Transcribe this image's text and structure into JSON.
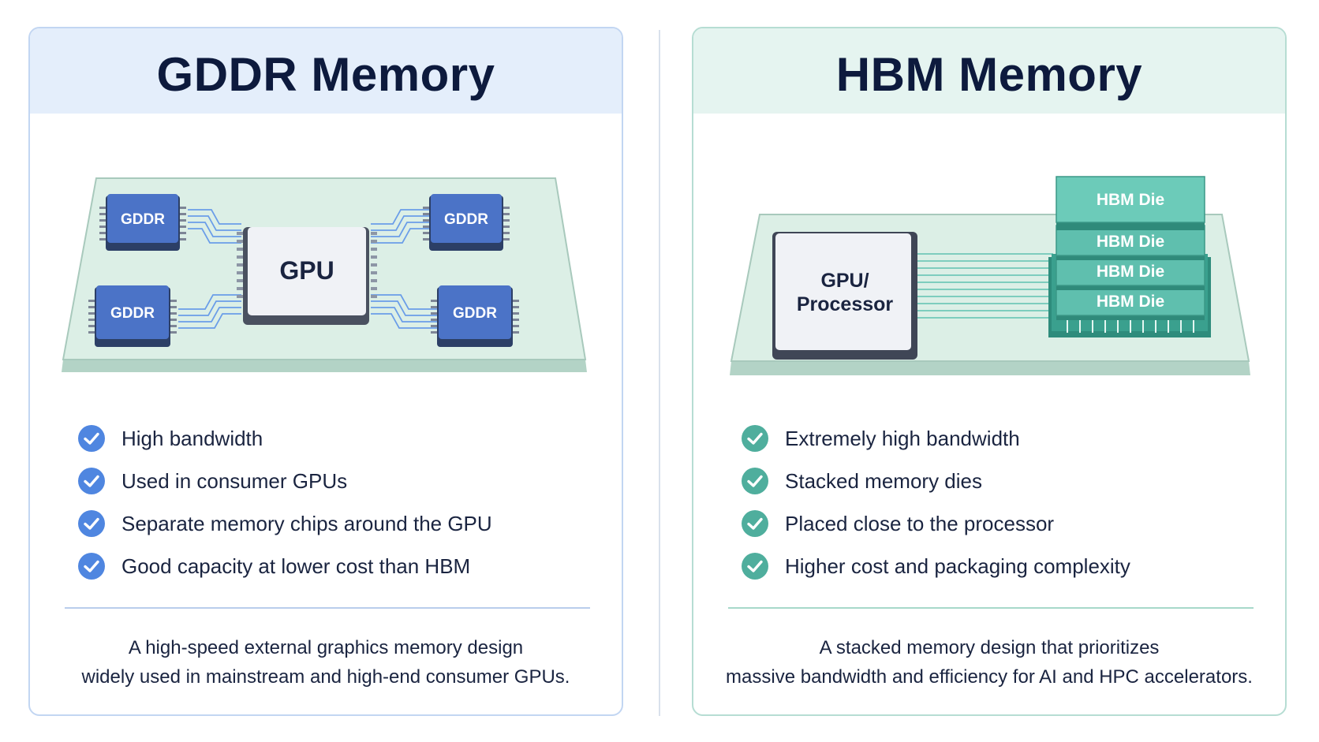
{
  "colors": {
    "gddr_accent": "#4f86e0",
    "gddr_chip": "#3f64b8",
    "hbm_accent": "#4fae9d",
    "hbm_die": "#5fbfae",
    "board_fill": "#dcefe6",
    "title_color": "#0d1a3d"
  },
  "gddr": {
    "title": "GDDR Memory",
    "diagram": {
      "gpu_label": "GPU",
      "chip_labels": [
        "GDDR",
        "GDDR",
        "GDDR",
        "GDDR"
      ]
    },
    "features": [
      "High bandwidth",
      "Used in consumer GPUs",
      "Separate memory chips around the GPU",
      "Good capacity at lower cost than HBM"
    ],
    "summary": [
      "A high-speed external graphics memory design",
      "widely used in mainstream and high-end consumer GPUs."
    ]
  },
  "hbm": {
    "title": "HBM Memory",
    "diagram": {
      "processor_label": [
        "GPU/",
        "Processor"
      ],
      "die_labels": [
        "HBM Die",
        "HBM Die",
        "HBM Die",
        "HBM Die"
      ]
    },
    "features": [
      "Extremely high bandwidth",
      "Stacked memory dies",
      "Placed close to the processor",
      "Higher cost and packaging complexity"
    ],
    "summary": [
      "A stacked memory design that prioritizes",
      "massive bandwidth and efficiency for AI and HPC accelerators."
    ]
  }
}
